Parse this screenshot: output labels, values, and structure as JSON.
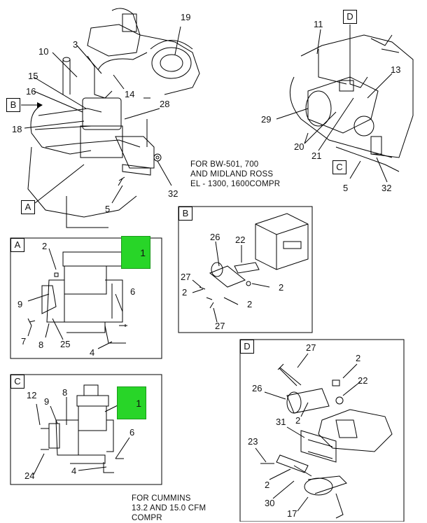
{
  "captions": {
    "bw": "FOR BW-501, 700\nAND MIDLAND ROSS\nEL - 1300, 1600COMPR",
    "cummins": "FOR CUMMINS\n13.2 AND 15.0 CFM\nCOMPR"
  },
  "detail_labels": {
    "A": "A",
    "B": "B",
    "C": "C",
    "D": "D"
  },
  "highlight": {
    "color": "#28d528",
    "item": "1"
  },
  "callouts": {
    "top_left": [
      "19",
      "10",
      "3",
      "15",
      "14",
      "16",
      "28",
      "18",
      "5",
      "32"
    ],
    "top_right": [
      "11",
      "13",
      "29",
      "20",
      "21",
      "5",
      "32"
    ],
    "detail_a": [
      "2",
      "1",
      "9",
      "6",
      "7",
      "8",
      "25",
      "4"
    ],
    "detail_b": [
      "26",
      "22",
      "27",
      "2",
      "2",
      "2",
      "27"
    ],
    "detail_c": [
      "8",
      "12",
      "9",
      "1",
      "6",
      "24",
      "4"
    ],
    "detail_d": [
      "27",
      "2",
      "26",
      "22",
      "2",
      "31",
      "23",
      "2",
      "30",
      "17"
    ]
  }
}
